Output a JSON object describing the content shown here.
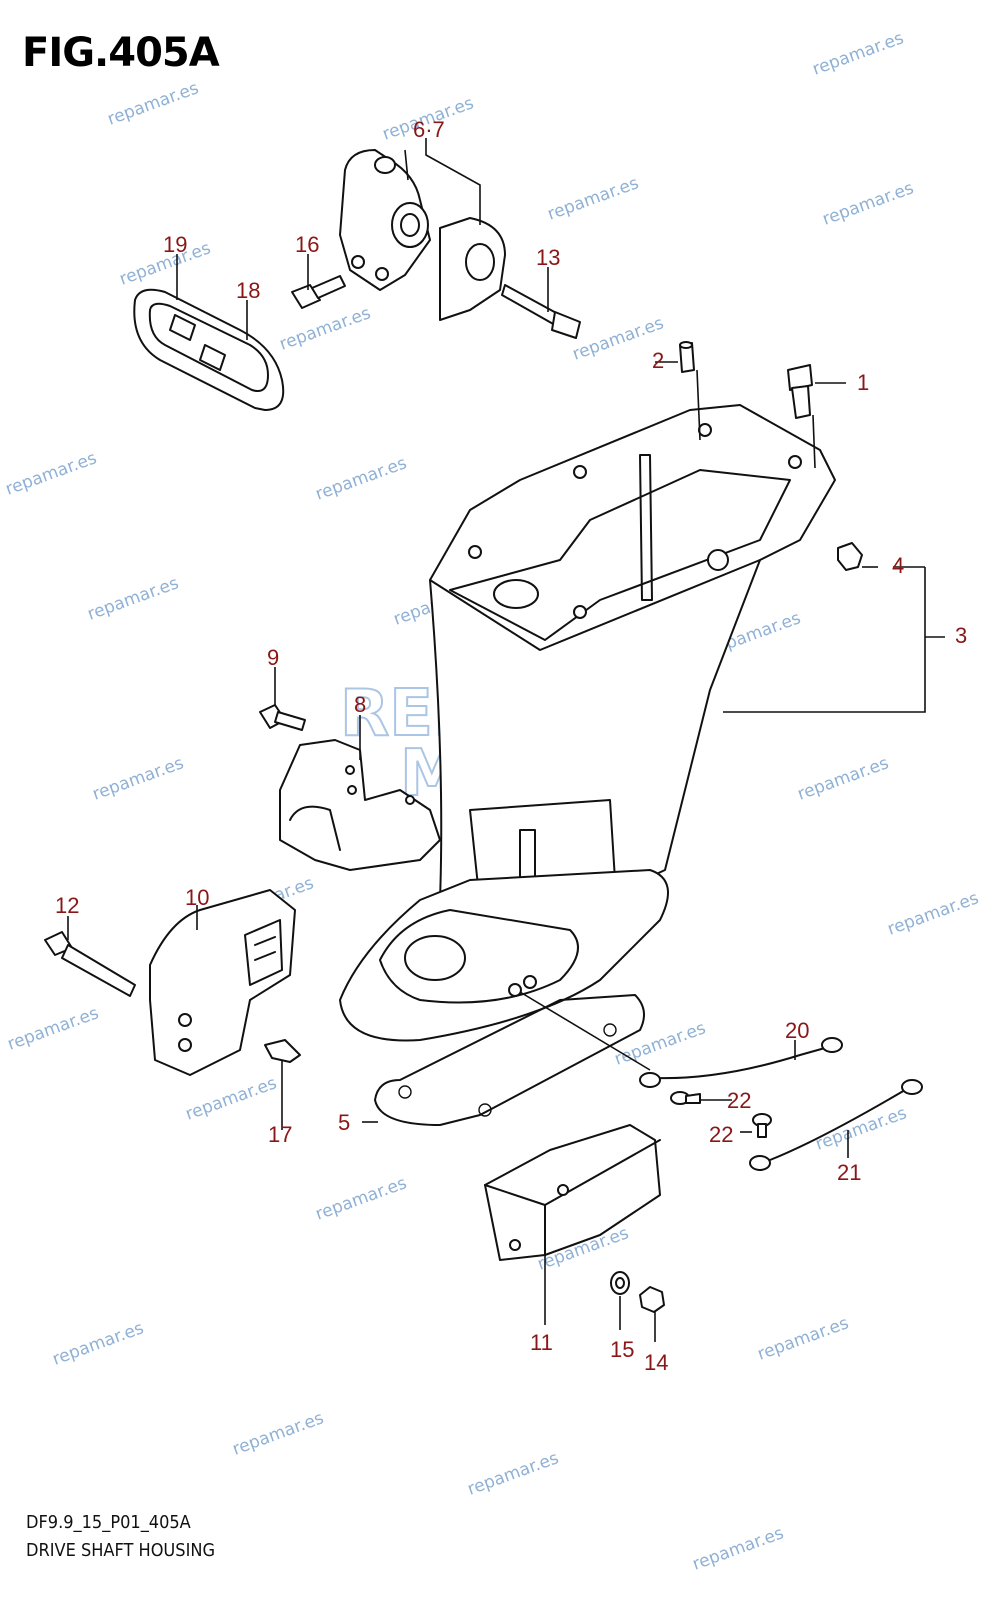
{
  "figure": {
    "title": "FIG.405A",
    "code": "DF9.9_15_P01_405A",
    "name": "DRIVE SHAFT HOUSING"
  },
  "watermark": {
    "text": "repamar.es",
    "logo_top": "REP",
    "logo_bottom": "M  R",
    "color": "#8fb1d6"
  },
  "label_color": "#8a1717",
  "callouts": [
    "1",
    "2",
    "3",
    "4",
    "5",
    "6·7",
    "8",
    "9",
    "10",
    "11",
    "12",
    "13",
    "14",
    "15",
    "16",
    "17",
    "18",
    "19",
    "20",
    "21",
    "22",
    "22"
  ]
}
